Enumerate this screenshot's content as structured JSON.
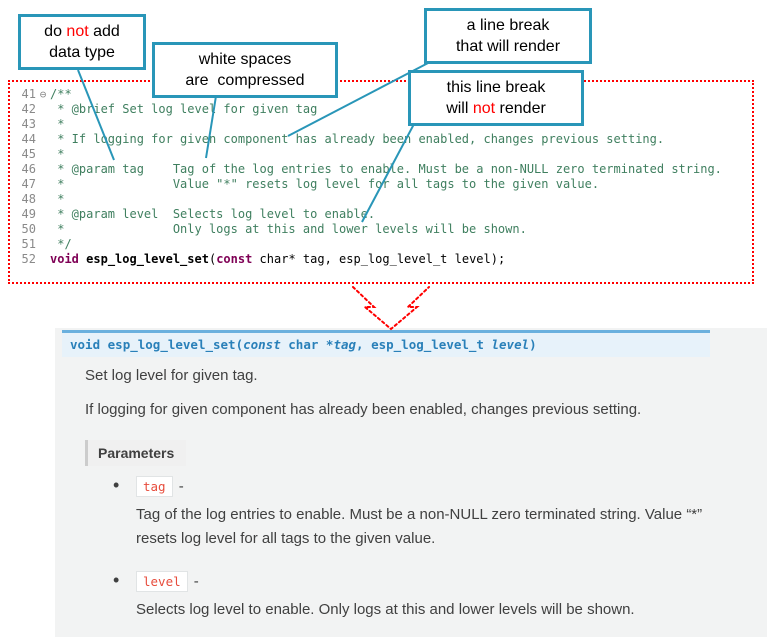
{
  "colors": {
    "callout_border": "#2996b8",
    "red": "#ff0000",
    "comment_green": "#3f7f5f",
    "keyword_purple": "#7f0055",
    "line_number_gray": "#8a8a8a",
    "sig_bg": "#e7f2fa",
    "sig_border": "#6ab0de",
    "sig_text": "#2980b9",
    "doc_text": "#404040",
    "param_name_red": "#e74c3c",
    "docs_panel_bg": "#f2f3f3",
    "params_label_bg": "#f0f0f0"
  },
  "callouts": [
    {
      "name": "do-not-add-data-type",
      "lines": [
        [
          {
            "t": "do "
          },
          {
            "t": "not",
            "red": true
          },
          {
            "t": " add"
          }
        ],
        [
          {
            "t": "data type"
          }
        ]
      ]
    },
    {
      "name": "white-spaces-compressed",
      "lines": [
        [
          {
            "t": "white spaces"
          }
        ],
        [
          {
            "t": "are  compressed"
          }
        ]
      ]
    },
    {
      "name": "line-break-renders",
      "lines": [
        [
          {
            "t": "a line break"
          }
        ],
        [
          {
            "t": "that will render"
          }
        ]
      ]
    },
    {
      "name": "line-break-not-render",
      "lines": [
        [
          {
            "t": "this line break"
          }
        ],
        [
          {
            "t": "will "
          },
          {
            "t": "not",
            "red": true
          },
          {
            "t": " render"
          }
        ]
      ]
    }
  ],
  "editor": {
    "lines": [
      {
        "num": "41",
        "fold": "⊖",
        "seg": [
          {
            "t": "/**",
            "c": "cm"
          }
        ]
      },
      {
        "num": "42",
        "seg": [
          {
            "t": " * @brief Set log level for given tag",
            "c": "cm"
          }
        ]
      },
      {
        "num": "43",
        "seg": [
          {
            "t": " *",
            "c": "cm"
          }
        ]
      },
      {
        "num": "44",
        "seg": [
          {
            "t": " * If logging for given component has already been enabled, changes previous setting.",
            "c": "cm"
          }
        ]
      },
      {
        "num": "45",
        "seg": [
          {
            "t": " *",
            "c": "cm"
          }
        ]
      },
      {
        "num": "46",
        "seg": [
          {
            "t": " * @param tag    Tag of the log entries to enable. Must be a non-NULL zero terminated string.",
            "c": "cm"
          }
        ]
      },
      {
        "num": "47",
        "seg": [
          {
            "t": " *               Value \"*\" resets log level for all tags to the given value.",
            "c": "cm"
          }
        ]
      },
      {
        "num": "48",
        "seg": [
          {
            "t": " *",
            "c": "cm"
          }
        ]
      },
      {
        "num": "49",
        "seg": [
          {
            "t": " * @param level  Selects log level to enable.",
            "c": "cm"
          }
        ]
      },
      {
        "num": "50",
        "seg": [
          {
            "t": " *               Only logs at this and lower levels will be shown.",
            "c": "cm"
          }
        ]
      },
      {
        "num": "51",
        "seg": [
          {
            "t": " */",
            "c": "cm"
          }
        ]
      },
      {
        "num": "52",
        "seg": [
          {
            "t": "void",
            "c": "kw"
          },
          {
            "t": " ",
            "c": "pl"
          },
          {
            "t": "esp_log_level_set",
            "c": "fn"
          },
          {
            "t": "(",
            "c": "pl"
          },
          {
            "t": "const",
            "c": "kw"
          },
          {
            "t": " char* tag, esp_log_level_t level);",
            "c": "pl"
          }
        ]
      }
    ]
  },
  "docs": {
    "signature": [
      {
        "t": "void ",
        "c": ""
      },
      {
        "t": "esp_log_level_set",
        "c": ""
      },
      {
        "t": "(",
        "c": ""
      },
      {
        "t": "const",
        "c": "i"
      },
      {
        "t": " char *",
        "c": ""
      },
      {
        "t": "tag",
        "c": "i"
      },
      {
        "t": ", ",
        "c": ""
      },
      {
        "t": "esp_log_level_t ",
        "c": ""
      },
      {
        "t": "level",
        "c": "i"
      },
      {
        "t": ")",
        "c": ""
      }
    ],
    "brief": "Set log level for given tag.",
    "detail": "If logging for given component has already been enabled, changes previous setting.",
    "params_label": "Parameters",
    "dash": "-",
    "params": [
      {
        "name": "tag",
        "desc": "Tag of the log entries to enable. Must be a non-NULL zero terminated string. Value “*” resets log level for all tags to the given value."
      },
      {
        "name": "level",
        "desc": "Selects log level to enable. Only logs at this and lower levels will be shown."
      }
    ]
  }
}
